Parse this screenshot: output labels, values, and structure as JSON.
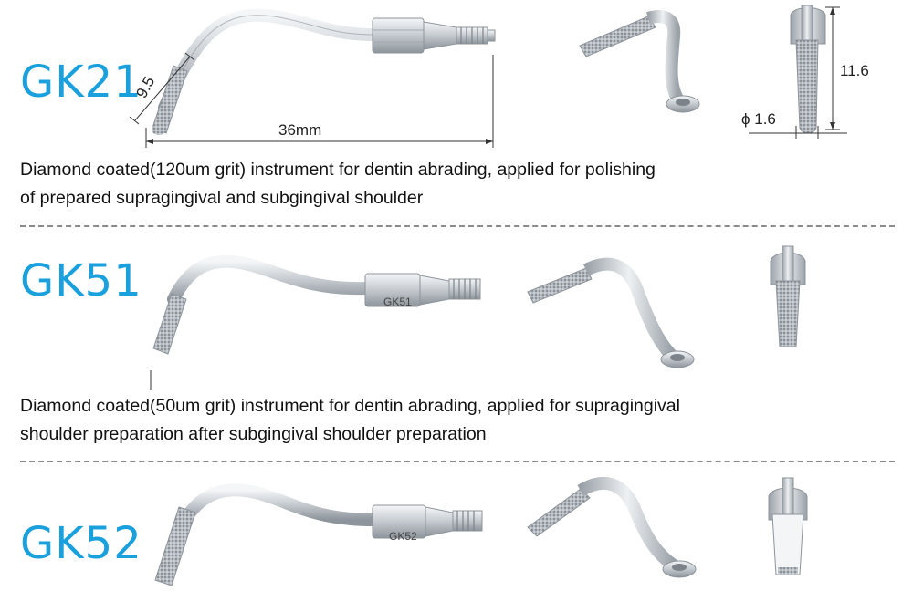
{
  "products": [
    {
      "model": "GK21",
      "description_lines": [
        "Diamond coated(120um grit) instrument for dentin abrading, applied for polishing",
        "of prepared supragingival and subgingival shoulder"
      ],
      "dimensions": {
        "tip_length": "9.5",
        "overall_length": "36mm",
        "height": "11.6",
        "diameter": "ϕ 1.6"
      }
    },
    {
      "model": "GK51",
      "engraving": "GK51",
      "description_lines": [
        "Diamond coated(50um grit) instrument for dentin abrading, applied for supragingival",
        "shoulder preparation after subgingival shoulder preparation"
      ]
    },
    {
      "model": "GK52",
      "engraving": "GK52"
    }
  ],
  "colors": {
    "accent": "#1aa0dc",
    "text": "#111111",
    "divider": "#8a8a8a"
  }
}
